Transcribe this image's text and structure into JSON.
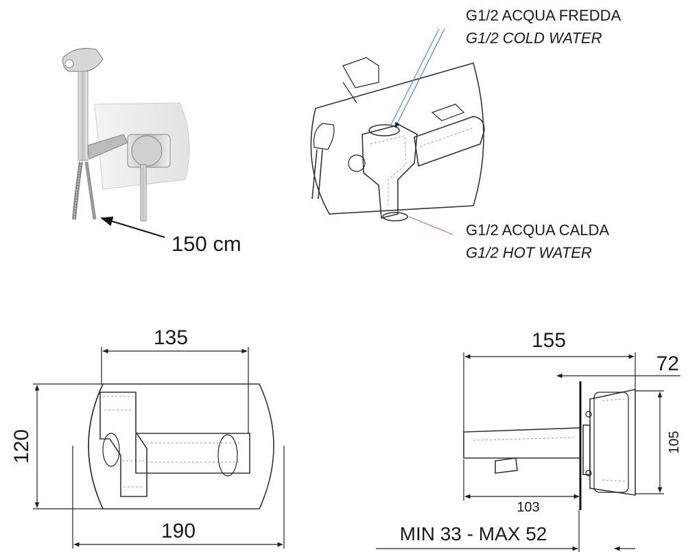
{
  "callouts": {
    "cold": {
      "line1": "G1/2 ACQUA FREDDA",
      "line2": "G1/2 COLD WATER",
      "color": "#4a8fd6"
    },
    "hot": {
      "line1": "G1/2 ACQUA CALDA",
      "line2": "G1/2 HOT WATER",
      "color": "#d66a6a"
    },
    "hose": {
      "label": "150 cm"
    }
  },
  "front_view": {
    "width_top": "135",
    "height_left": "120",
    "width_bottom": "190"
  },
  "side_view": {
    "overall_top": "155",
    "depth_right": "72",
    "height_right": "105",
    "spout": "103",
    "wall_range": "MIN 33 - MAX 52"
  }
}
